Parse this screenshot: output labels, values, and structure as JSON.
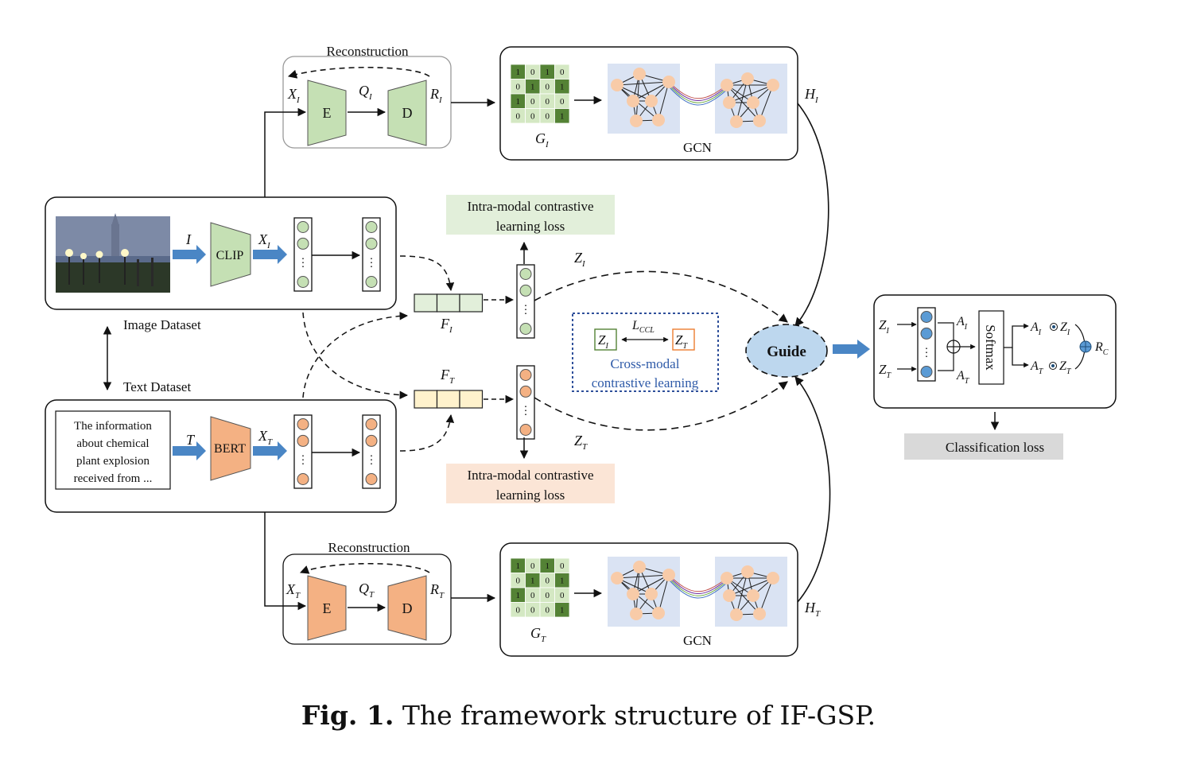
{
  "labels": {
    "recon_top": "Reconstruction",
    "recon_bottom": "Reconstruction",
    "encoder": "E",
    "decoder": "D",
    "gcn": "GCN",
    "clip": "CLIP",
    "bert": "BERT",
    "image_dataset": "Image Dataset",
    "text_dataset": "Text Dataset",
    "intra_loss_top_1": "Intra-modal contrastive",
    "intra_loss_top_2": "learning loss",
    "intra_loss_bottom_1": "Intra-modal contrastive",
    "intra_loss_bottom_2": "learning loss",
    "cross_modal_1": "Cross-modal",
    "cross_modal_2": "contrastive learning",
    "guide": "Guide",
    "softmax": "Softmax",
    "classification_loss": "Classification loss",
    "text_sample": [
      "The information",
      "about chemical",
      "plant explosion",
      "received from ..."
    ],
    "ellipsis": "⋮"
  },
  "symbols": {
    "X": "X",
    "Q": "Q",
    "R": "R",
    "G": "G",
    "H": "H",
    "Z": "Z",
    "F": "F",
    "A": "A",
    "L": "L",
    "I": "I",
    "T": "T",
    "CCL": "CCL",
    "C": "C"
  },
  "matrix_image": [
    [
      1,
      0,
      1,
      0
    ],
    [
      0,
      1,
      0,
      1
    ],
    [
      1,
      0,
      0,
      0
    ],
    [
      0,
      0,
      0,
      1
    ]
  ],
  "matrix_text": [
    [
      1,
      0,
      1,
      0
    ],
    [
      0,
      1,
      0,
      1
    ],
    [
      1,
      0,
      0,
      0
    ],
    [
      0,
      0,
      0,
      1
    ]
  ],
  "colors": {
    "green_fill": "#c5e0b4",
    "green_dark": "#548235",
    "orange_fill": "#f4b183",
    "orange_light": "#fbe5d6",
    "blue_arrow": "#4a86c5",
    "node_orange": "#f8cba8",
    "gcn_bg": "#dae3f3",
    "guide_fill": "#bdd7ee",
    "cross_border": "#2e4f9a",
    "cross_text": "#2e5aa8",
    "gray_box": "#d9d9d9",
    "green_loss_box": "#e2efda",
    "orange_loss_box": "#fbe5d6",
    "circle_blue": "#5b9bd5"
  },
  "caption": {
    "bold": "Fig. 1.",
    "text": "The framework structure of IF-GSP."
  }
}
